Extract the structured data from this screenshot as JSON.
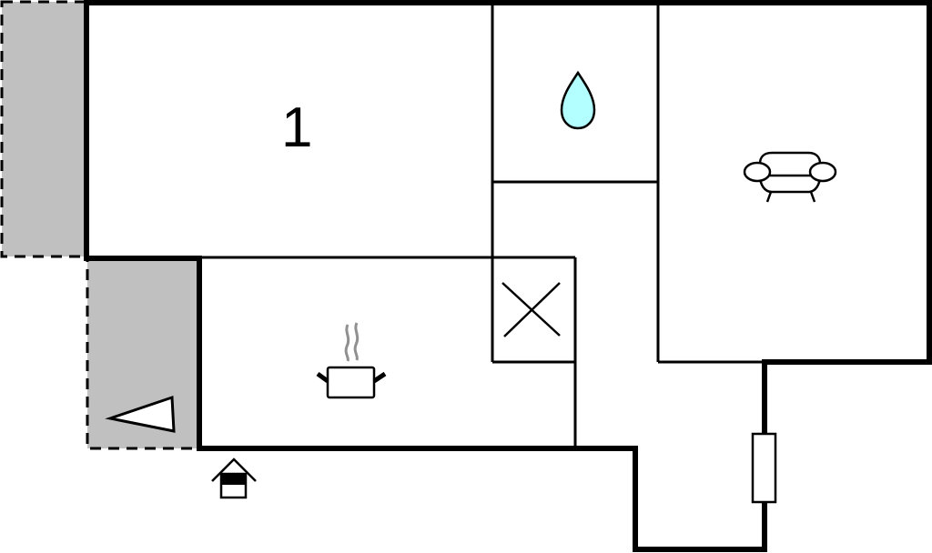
{
  "floorplan": {
    "colors": {
      "wall": "#000000",
      "terrace_fill": "#c0c0c0",
      "water_fill": "#b3ffff",
      "steam": "#909090",
      "background": "#ffffff"
    },
    "rooms": [
      {
        "id": "bedroom",
        "label": "1",
        "type": "bedroom"
      },
      {
        "id": "bathroom",
        "type": "bathroom",
        "icon": "water-drop-icon"
      },
      {
        "id": "living-room",
        "type": "living-room",
        "icon": "armchair-icon"
      },
      {
        "id": "kitchen",
        "type": "kitchen",
        "icon": "cooking-pot-icon"
      },
      {
        "id": "hallway",
        "type": "hallway"
      },
      {
        "id": "storage",
        "type": "storage",
        "icon": "x-cross-icon"
      }
    ],
    "outdoor": [
      {
        "id": "terrace-upper",
        "type": "terrace"
      },
      {
        "id": "terrace-lower",
        "type": "terrace",
        "icon": "triangle-marker-icon"
      }
    ],
    "markers": [
      {
        "id": "entrance",
        "icon": "entrance-house-icon"
      },
      {
        "id": "window",
        "icon": "window-icon"
      }
    ],
    "bedroom_label": "1"
  }
}
